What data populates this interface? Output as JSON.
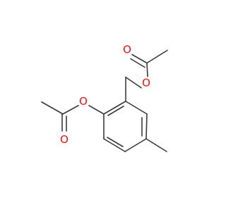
{
  "molecule": {
    "atom_labels": {
      "o_carbonyl_top": "O",
      "o_ether_top": "O",
      "o_ether_left": "O",
      "o_carbonyl_left": "O"
    },
    "colors": {
      "oxygen": "#ff0d0d",
      "bond": "#3a3a3a",
      "background": "#ffffff"
    }
  }
}
